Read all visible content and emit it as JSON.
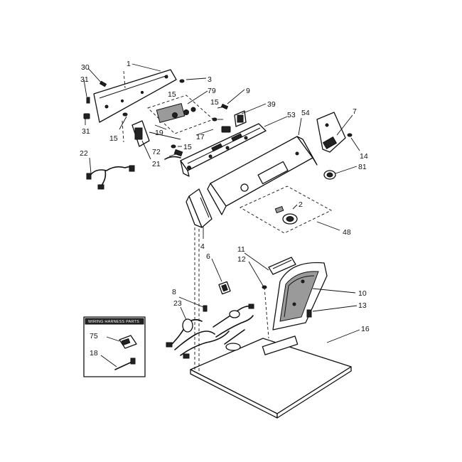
{
  "callouts": {
    "c1": "1",
    "c30": "30",
    "c31a": "31",
    "c31b": "31",
    "c3": "3",
    "c79": "79",
    "c15a": "15",
    "c15b": "15",
    "c15c": "15",
    "c15d": "15",
    "c9": "9",
    "c39": "39",
    "c53": "53",
    "c54": "54",
    "c7": "7",
    "c14": "14",
    "c81": "81",
    "c19": "19",
    "c17": "17",
    "c72": "72",
    "c21": "21",
    "c22": "22",
    "c2": "2",
    "c48": "48",
    "c4": "4",
    "c6": "6",
    "c11": "11",
    "c12": "12",
    "c10": "10",
    "c13": "13",
    "c8": "8",
    "c23": "23",
    "c16": "16",
    "c75": "75",
    "c18": "18"
  },
  "inset": {
    "title": "WIRING HARNESS PARTS"
  }
}
